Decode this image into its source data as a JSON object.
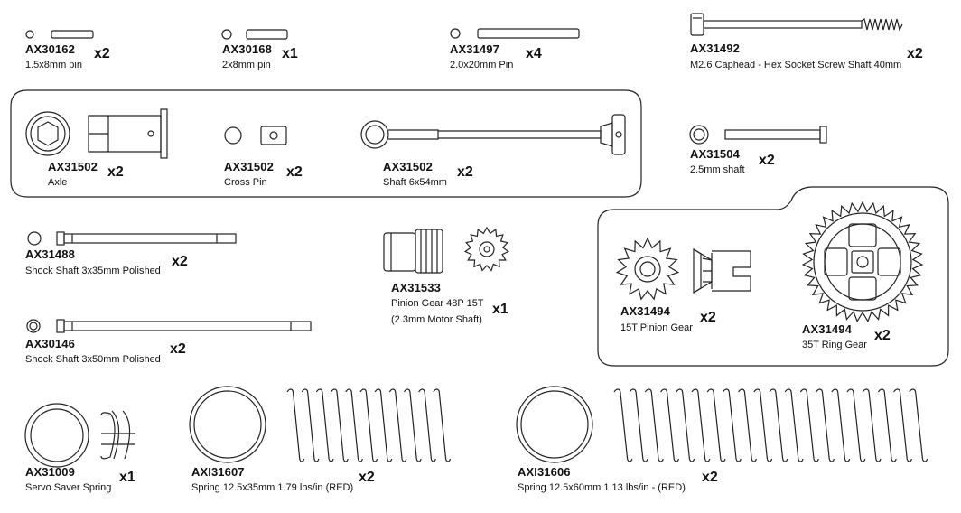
{
  "parts": [
    {
      "id": "AX30162",
      "desc": "1.5x8mm pin",
      "qty": "x2"
    },
    {
      "id": "AX30168",
      "desc": "2x8mm pin",
      "qty": "x1"
    },
    {
      "id": "AX31497",
      "desc": "2.0x20mm Pin",
      "qty": "x4"
    },
    {
      "id": "AX31492",
      "desc": "M2.6 Caphead - Hex Socket Screw Shaft 40mm",
      "qty": "x2"
    },
    {
      "id": "AX31502",
      "desc": "Axle",
      "qty": "x2"
    },
    {
      "id": "AX31502",
      "desc": "Cross Pin",
      "qty": "x2"
    },
    {
      "id": "AX31502",
      "desc": "Shaft 6x54mm",
      "qty": "x2"
    },
    {
      "id": "AX31504",
      "desc": "2.5mm shaft",
      "qty": "x2"
    },
    {
      "id": "AX31488",
      "desc": "Shock Shaft 3x35mm Polished",
      "qty": "x2"
    },
    {
      "id": "AX31533",
      "desc": "Pinion Gear 48P 15T",
      "desc2": "(2.3mm Motor Shaft)",
      "qty": "x1"
    },
    {
      "id": "AX31494",
      "desc": "15T Pinion Gear",
      "qty": "x2"
    },
    {
      "id": "AX31494",
      "desc": "35T Ring Gear",
      "qty": "x2"
    },
    {
      "id": "AX30146",
      "desc": "Shock Shaft 3x50mm Polished",
      "qty": "x2"
    },
    {
      "id": "AX31009",
      "desc": "Servo Saver Spring",
      "qty": "x1"
    },
    {
      "id": "AXI31607",
      "desc": "Spring 12.5x35mm 1.79 lbs/in (RED)",
      "qty": "x2"
    },
    {
      "id": "AXI31606",
      "desc": "Spring 12.5x60mm 1.13 lbs/in - (RED)",
      "qty": "x2"
    }
  ]
}
